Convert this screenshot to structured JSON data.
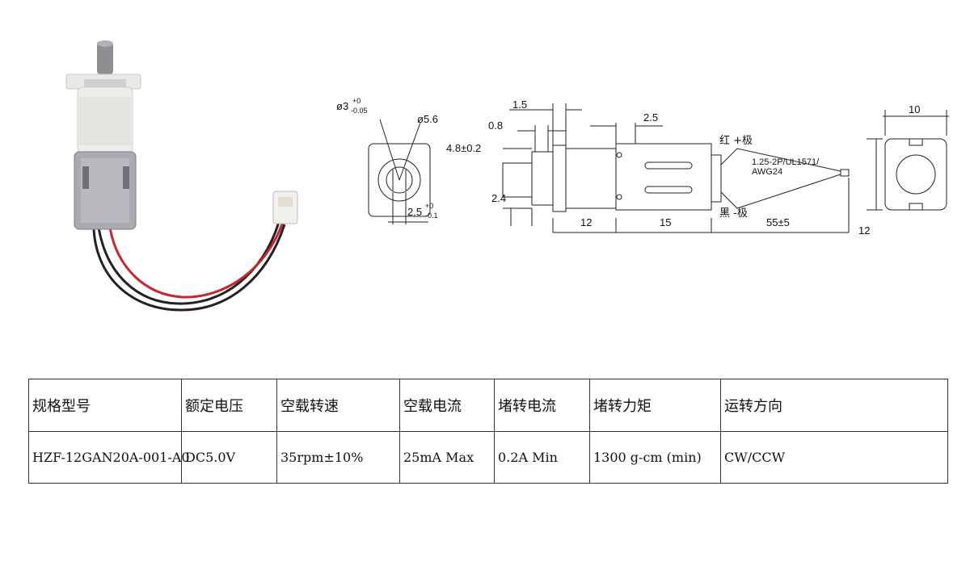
{
  "drawing": {
    "dims": {
      "shaft_dia": "ø3",
      "shaft_tol_upper": "+0",
      "shaft_tol_lower": "-0.05",
      "boss_dia": "ø5.6",
      "flat": "2.5",
      "flat_tol_upper": "+0",
      "flat_tol_lower": "-0.1",
      "d_1_5": "1.5",
      "d_0_8": "0.8",
      "d_4_8": "4.8±0.2",
      "d_2_4": "2.4",
      "d_2_5": "2.5",
      "d_12": "12",
      "d_15": "15",
      "d_55": "55±5",
      "d_10": "10",
      "d_12_side": "12"
    },
    "labels": {
      "red_pos": "红 +极",
      "black_neg": "黑 -极",
      "connector_line1": "1.25-2P/UL1571/",
      "connector_line2": "AWG24"
    }
  },
  "spec_table": {
    "headers": [
      "规格型号",
      "额定电压",
      "空载转速",
      "空载电流",
      "堵转电流",
      "堵转力矩",
      "运转方向"
    ],
    "row": [
      "HZF-12GAN20A-001-A0",
      "DC5.0V",
      "35rpm±10%",
      "25mA Max",
      "0.2A Min",
      "1300 g-cm (min)",
      "CW/CCW"
    ]
  }
}
